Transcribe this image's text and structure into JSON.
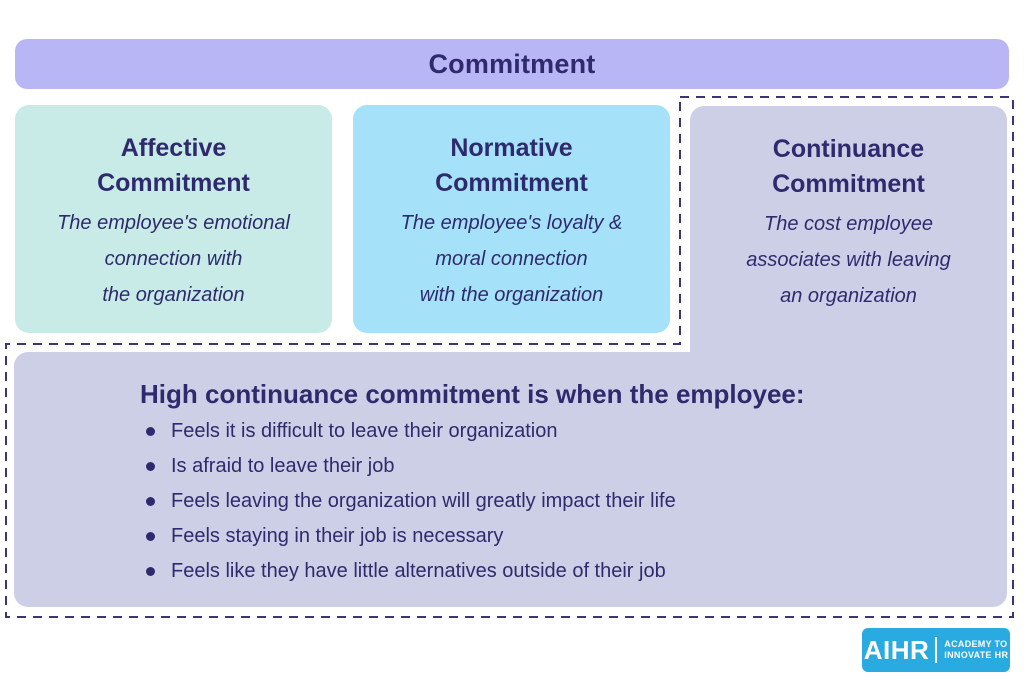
{
  "colors": {
    "header_bg": "#b9b6f6",
    "affective_bg": "#c8ebe7",
    "normative_bg": "#a6e1fa",
    "continuance_bg": "#cdcfe6",
    "text": "#2f2a6e",
    "dash": "#3b3575",
    "logo_bg": "#29aae1",
    "logo_text": "#ffffff"
  },
  "header": {
    "title": "Commitment"
  },
  "boxes": [
    {
      "title": "Affective\nCommitment",
      "description": "The employee's emotional\nconnection with\nthe organization"
    },
    {
      "title": "Normative\nCommitment",
      "description": "The employee's loyalty &\nmoral connection\nwith the organization"
    },
    {
      "title": "Continuance\nCommitment",
      "description": "The cost employee\nassociates with leaving\nan organization"
    }
  ],
  "panel": {
    "heading": "High continuance commitment is when the employee:",
    "bullets": [
      "Feels it is difficult to leave their organization",
      "Is afraid to leave their job",
      "Feels leaving the organization will greatly impact their life",
      "Feels staying in their job is necessary",
      "Feels like they have little alternatives outside of their job"
    ]
  },
  "logo": {
    "name": "AIHR",
    "tagline": "ACADEMY TO\nINNOVATE HR"
  }
}
